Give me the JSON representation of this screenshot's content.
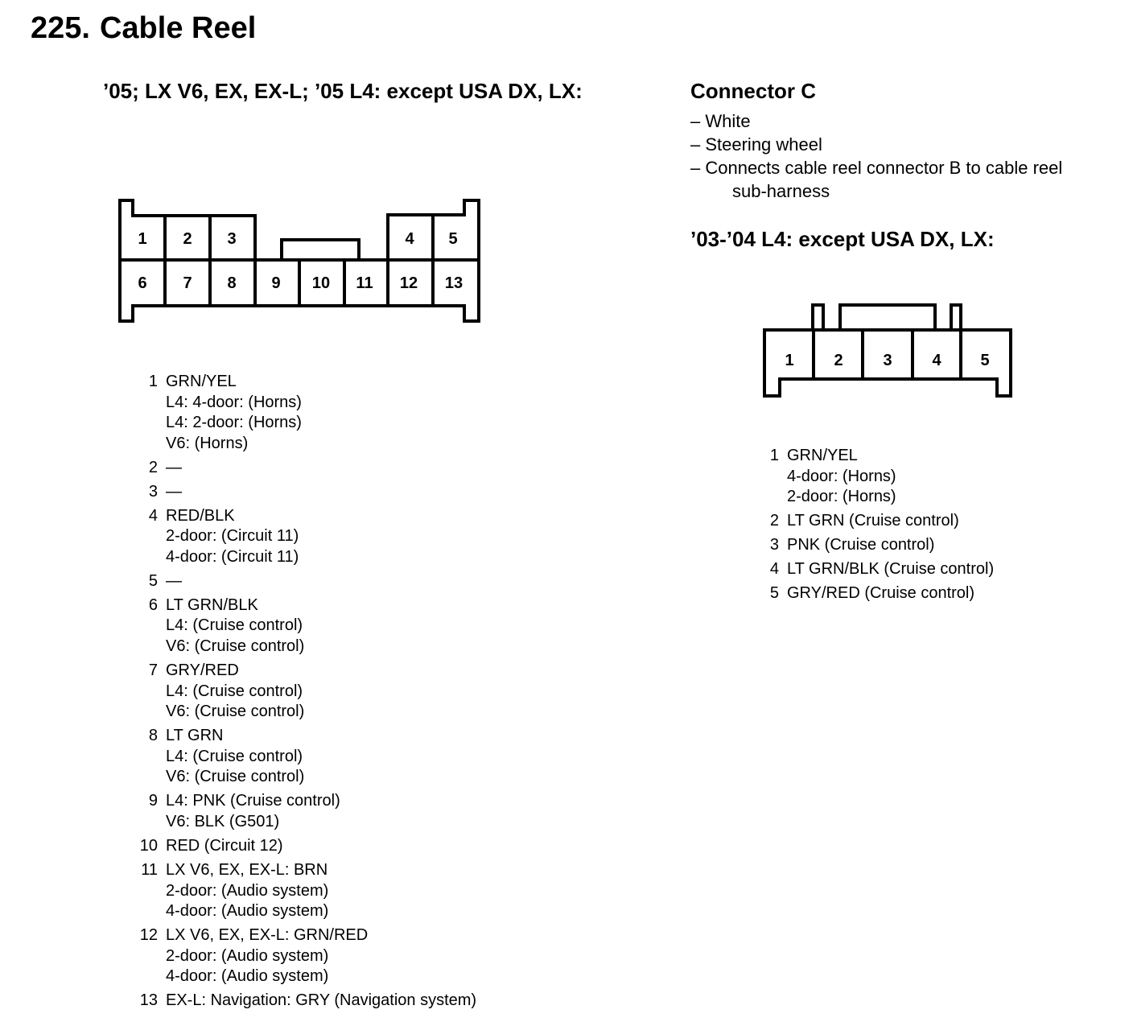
{
  "title": {
    "number": "225.",
    "text": "Cable Reel"
  },
  "left": {
    "heading": "’05; LX V6, EX, EX-L; ’05 L4: except USA DX, LX:",
    "connector_top": [
      "1",
      "2",
      "3",
      "4",
      "5"
    ],
    "connector_bottom": [
      "6",
      "7",
      "8",
      "9",
      "10",
      "11",
      "12",
      "13"
    ],
    "pins": [
      {
        "n": "1",
        "lines": [
          "GRN/YEL",
          "L4: 4-door: (Horns)",
          "L4: 2-door: (Horns)",
          "V6: (Horns)"
        ]
      },
      {
        "n": "2",
        "lines": [
          "—"
        ]
      },
      {
        "n": "3",
        "lines": [
          "—"
        ]
      },
      {
        "n": "4",
        "lines": [
          "RED/BLK",
          "2-door: (Circuit 11)",
          "4-door: (Circuit 11)"
        ]
      },
      {
        "n": "5",
        "lines": [
          "—"
        ]
      },
      {
        "n": "6",
        "lines": [
          "LT GRN/BLK",
          "L4: (Cruise control)",
          "V6: (Cruise control)"
        ]
      },
      {
        "n": "7",
        "lines": [
          "GRY/RED",
          "L4: (Cruise control)",
          "V6: (Cruise control)"
        ]
      },
      {
        "n": "8",
        "lines": [
          "LT GRN",
          "L4: (Cruise control)",
          "V6: (Cruise control)"
        ]
      },
      {
        "n": "9",
        "lines": [
          "L4: PNK (Cruise control)",
          "V6: BLK (G501)"
        ]
      },
      {
        "n": "10",
        "lines": [
          "RED (Circuit 12)"
        ]
      },
      {
        "n": "11",
        "lines": [
          "LX V6, EX, EX-L: BRN",
          "2-door: (Audio system)",
          "4-door: (Audio system)"
        ]
      },
      {
        "n": "12",
        "lines": [
          "LX V6, EX, EX-L: GRN/RED",
          "2-door: (Audio system)",
          "4-door: (Audio system)"
        ]
      },
      {
        "n": "13",
        "lines": [
          "EX-L: Navigation: GRY (Navigation system)"
        ]
      }
    ]
  },
  "right": {
    "connector_heading": "Connector C",
    "notes": [
      "– White",
      "– Steering wheel",
      "– Connects cable reel connector B to cable reel",
      "sub-harness"
    ],
    "heading": "’03-’04 L4: except USA DX, LX:",
    "connector_pins": [
      "1",
      "2",
      "3",
      "4",
      "5"
    ],
    "pins": [
      {
        "n": "1",
        "lines": [
          "GRN/YEL",
          "4-door: (Horns)",
          "2-door: (Horns)"
        ]
      },
      {
        "n": "2",
        "lines": [
          "LT GRN (Cruise control)"
        ]
      },
      {
        "n": "3",
        "lines": [
          "PNK (Cruise control)"
        ]
      },
      {
        "n": "4",
        "lines": [
          "LT GRN/BLK (Cruise control)"
        ]
      },
      {
        "n": "5",
        "lines": [
          "GRY/RED (Cruise control)"
        ]
      }
    ]
  }
}
